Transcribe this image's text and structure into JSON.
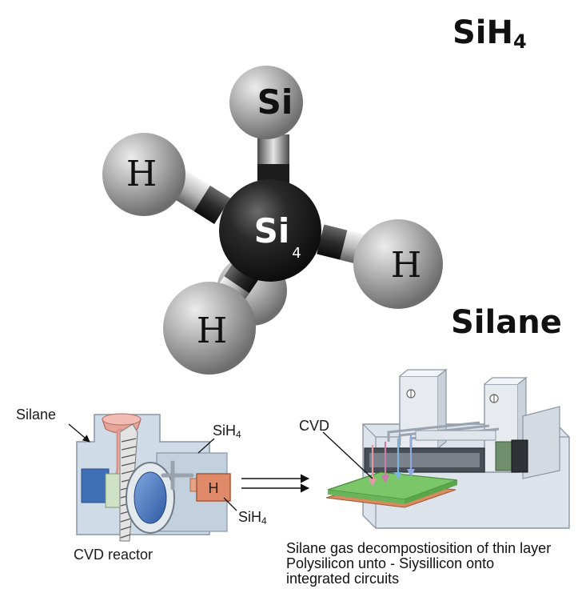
{
  "molecule": {
    "formula_main": "SiH",
    "formula_sub": "4",
    "name": "Silane",
    "atoms": {
      "top": "Si",
      "center": "Si",
      "center_sub": "4",
      "left": "H",
      "right": "H",
      "bottom": "H"
    }
  },
  "reactor": {
    "label_silane": "Silane",
    "label_sih4_top_main": "SiH",
    "label_sih4_top_sub": "4",
    "label_sih4_bottom_main": "SiH",
    "label_sih4_bottom_sub": "4",
    "box_label": "H",
    "title": "CVD reactor"
  },
  "deposition": {
    "label_cvd": "CVD",
    "caption_lines": [
      "Silane gas decompostiosition of thin layer",
      "Polysilicon unto - Siysillicon onto",
      "integrated circuits"
    ]
  },
  "colors": {
    "silicon_dark": "#1f1f1f",
    "atom_grey": "#9a9a9a",
    "reactor_body": "#cfdbe6",
    "reactor_pink": "#d9938a",
    "reactor_blue": "#3f6fb5",
    "reactor_green": "#c9dcc0",
    "box_orange": "#e08a6a",
    "wafer_green": "#7cc66a",
    "wafer_copper": "#d98a5e",
    "machine_grey": "#d8dde4"
  }
}
